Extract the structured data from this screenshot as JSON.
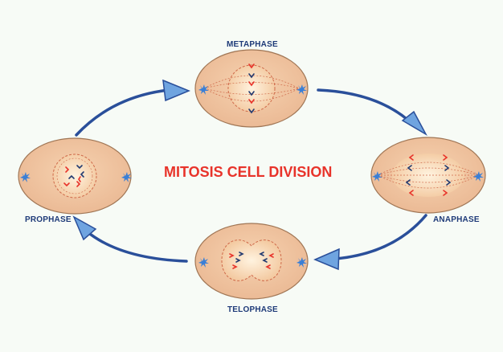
{
  "title": "MITOSIS CELL DIVISION",
  "stages": {
    "metaphase": "METAPHASE",
    "anaphase": "ANAPHASE",
    "telophase": "TELOPHASE",
    "prophase": "PROPHASE"
  },
  "colors": {
    "background": "#f7fbf6",
    "cell_fill": "#f1c19a",
    "cell_stroke": "#9a7150",
    "nucleus_fill": "#fbe3c6",
    "dashed_line": "#cf6a4a",
    "centrosome": "#3a7fd6",
    "chromosome_red": "#e8332a",
    "chromosome_dark": "#223a70",
    "arrow": "#2f5eaa",
    "title": "#e8332a",
    "label": "#1e3a78"
  },
  "icons": [
    "centrosome-star-icon",
    "chromosome-icon",
    "cycle-arrow-icon"
  ]
}
